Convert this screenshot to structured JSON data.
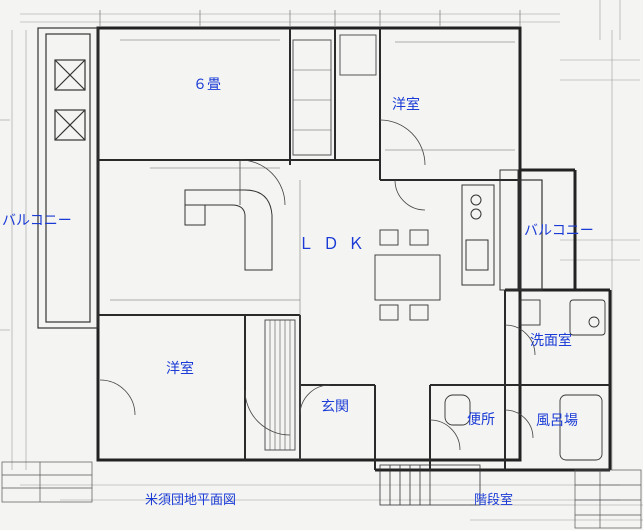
{
  "floor_plan": {
    "title": "米須団地平面図",
    "rooms": {
      "tatami_room": "６畳",
      "western_room_upper": "洋室",
      "western_room_lower": "洋室",
      "ldk": "ＬＤＫ",
      "balcony_left": "バルコニー",
      "balcony_right": "バルコニー",
      "washroom": "洗面室",
      "entrance": "玄関",
      "toilet": "便所",
      "bathroom": "風呂場",
      "stairwell": "階段室"
    }
  }
}
